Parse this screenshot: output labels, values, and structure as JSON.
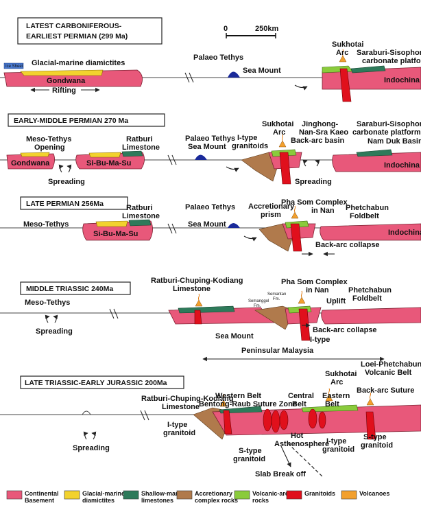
{
  "panels": [
    {
      "title": "LATEST CARBONIFEROUS-\nEARLIEST PERMIAN (299 Ma)",
      "labels": {
        "glacial": "Glacial-marine diamictites",
        "ice_sheet": "Ice Sheet",
        "gondwana": "Gondwana",
        "rifting": "Rifting",
        "palaeo_tethys": "Palaeo Tethys",
        "sea_mount": "Sea Mount",
        "sukhotai": "Sukhotai",
        "arc": "Arc",
        "saraburi": "Saraburi-Sisophon",
        "carbonate": "carbonate platform",
        "indochina": "Indochina"
      }
    },
    {
      "title": "EARLY-MIDDLE PERMIAN 270 Ma",
      "labels": {
        "meso_tethys": "Meso-Tethys",
        "opening": "Opening",
        "ratburi": "Ratburi",
        "limestone": "Limestone",
        "gondwana": "Gondwana",
        "sibumasu": "Si-Bu-Ma-Su",
        "spreading": "Spreading",
        "palaeo_tethys": "Palaeo Tethys",
        "sea_mount": "Sea Mount",
        "itype": "I-type",
        "granitoids": "granitoids",
        "sukhotai": "Sukhotai",
        "arc": "Arc",
        "jinghong": "Jinghong-",
        "nan_sra": "Nan-Sra Kaeo",
        "backarc": "Back-arc basin",
        "saraburi": "Saraburi-Sisophon",
        "carbonate": "carbonate platform",
        "nam_duk": "Nam Duk Basin",
        "spreading2": "Spreading",
        "indochina": "Indochina"
      }
    },
    {
      "title": "LATE PERMIAN 256Ma",
      "labels": {
        "meso_tethys": "Meso-Tethys",
        "ratburi": "Ratburi",
        "limestone": "Limestone",
        "sibumasu": "Si-Bu-Ma-Su",
        "palaeo_tethys": "Palaeo Tethys",
        "sea_mount": "Sea Mount",
        "accretionary": "Accretionary",
        "prism": "prism",
        "pha_som": "Pha Som Complex",
        "in_nan": "in Nan",
        "phetchabun": "Phetchabun",
        "foldbelt": "Foldbelt",
        "backarc_collapse": "Back-arc collapse",
        "indochina": "Indochina"
      }
    },
    {
      "title": "MIDDLE TRIASSIC 240Ma",
      "labels": {
        "meso_tethys": "Meso-Tethys",
        "spreading": "Spreading",
        "ratburi_chuping": "Ratburi-Chuping-Kodiang",
        "limestone": "Limestone",
        "semantan": "Semantan",
        "fm1": "Fm.",
        "semanggol": "Semanggol",
        "fm2": "Fm.",
        "pha_som": "Pha Som Complex",
        "in_nan": "in Nan",
        "uplift": "Uplift",
        "phetchabun": "Phetchabun",
        "foldbelt": "Foldbelt",
        "backarc_collapse": "Back-arc collapse",
        "itype": "I-type",
        "sea_mount": "Sea Mount",
        "peninsular": "Peninsular Malaysia"
      }
    },
    {
      "title": "LATE TRIASSIC-EARLY JURASSIC 200Ma",
      "labels": {
        "bentong": "Bentong-Raub Suture Zone",
        "western_belt": "Western Belt",
        "ratburi_chuping": "Ratburi-Chuping-Kodiang",
        "limestone": "Limestone",
        "sukhotai": "Sukhotai",
        "arc": "Arc",
        "central": "Central",
        "belt1": "Belt",
        "eastern": "Eastern",
        "belt2": "Belt",
        "loei": "Loei-Phetchabun",
        "volcanic_belt": "Volcanic Belt",
        "backarc_suture": "Back-arc Suture",
        "itype1": "I-type",
        "granitoid1": "granitoid",
        "spreading": "Spreading",
        "stype1": "S-type",
        "granitoid2": "granitoid",
        "hot": "Hot",
        "asthenosphere": "Asthenosphere",
        "itype2": "I-type",
        "granitoid3": "granitoid",
        "stype2": "S-type",
        "granitoid4": "granitoid",
        "slab": "Slab Break off"
      }
    }
  ],
  "scale_bar": {
    "zero": "0",
    "km": "250km"
  },
  "legend": [
    {
      "label": "Continental\nBasement",
      "color": "#e8587a"
    },
    {
      "label": "Glacial-marine\ndiamictites",
      "color": "#f2d22e"
    },
    {
      "label": "Shallow-marine\nlimestones",
      "color": "#2e7a5a"
    },
    {
      "label": "Accretionary\ncomplex rocks",
      "color": "#b07a4c"
    },
    {
      "label": "Volcanic-arc\nrocks",
      "color": "#8acb3c"
    },
    {
      "label": "Granitoids",
      "color": "#e0101c"
    },
    {
      "label": "Volcanoes",
      "color": "#f2a02e"
    }
  ]
}
